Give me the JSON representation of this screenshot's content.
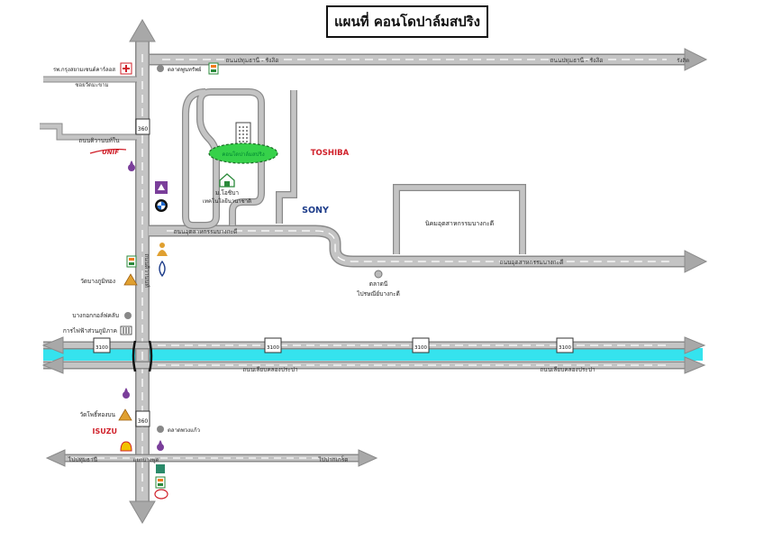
{
  "title": "แผนที่ คอนโดปาล์มสปริง",
  "roads": {
    "top_left": "ถนนปทุมธานี - รังสิต",
    "top_right": "ถนนปทุมธานี - รังสิต",
    "top_end": "รังสิต",
    "industrial_left": "ถนนอุตสาหกรรมบางกะดี",
    "industrial_right": "ถนนอุตสาหกรรมบางกะดี",
    "canal_left": "ถนนเลียบคลองประปา",
    "canal_right": "ถนนเลียบคลองประปา",
    "vertical": "ถนนติวานนท์",
    "tiwanon_branch": "ถนนติวานนท์ใน",
    "side_left": "ซอยวัดมะขาม",
    "bottom_left": "ไปปทุมธานี",
    "bottom_mid": "แยกบางพูด",
    "bottom_right": "ไปปากเกร็ด"
  },
  "shields": {
    "r360a": "360",
    "r360b": "360",
    "r3100a": "3100",
    "r3100b": "3100",
    "r3100c": "3100",
    "r3100d": "3100"
  },
  "places": {
    "condo": "คอนโดปาล์มสปริง",
    "hospital": "รพ.กรุงสยามเซนต์คาร์ลอส",
    "market_top": "ตลาดพูนทรัพย์",
    "unif": "UNIF",
    "toyota": "ม.โอชิบา",
    "toyota2": "เทคโนโลยีนานาชาติ",
    "toshiba": "TOSHIBA",
    "sony": "SONY",
    "estate": "นิคมอุตสาหกรรมบางกะดี",
    "cosmo": "ตลาดนี",
    "cosmo2": "ไปรษณีย์บางกะดี",
    "temple1": "วัดบางภูมิทอง",
    "golf": "บางกอกกอล์ฟคลับ",
    "egat": "การไฟฟ้าส่วนภูมิภาค",
    "temple2": "วัดโพธิ์ทองบน",
    "isuzu": "ISUZU",
    "market_bottom": "ตลาดพวงแก้ว"
  },
  "colors": {
    "road": "#c4c4c4",
    "road_edge": "#8a8a8a",
    "canal": "#35e3ee",
    "toshiba": "#d0202a",
    "sony": "#1e3d8a",
    "isuzu": "#d0202a",
    "condo_fill": "#36d14a",
    "shell": "#f2c200",
    "ptt": "#7a3e9a"
  }
}
